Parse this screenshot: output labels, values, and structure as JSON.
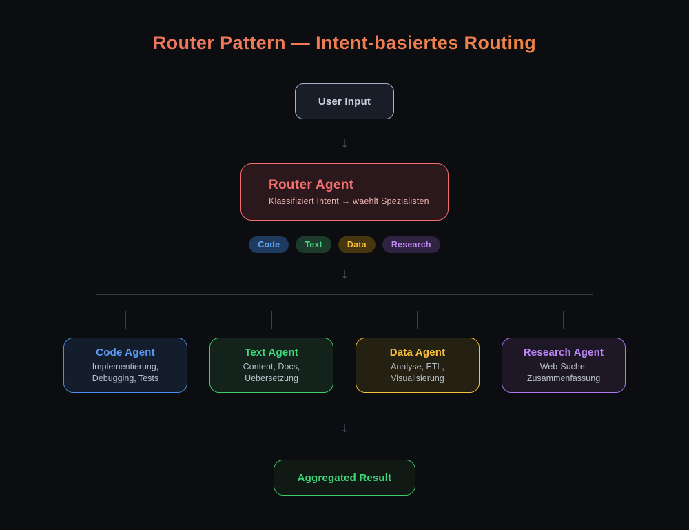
{
  "title": "Router Pattern — Intent-basiertes Routing",
  "title_gradient": {
    "from": "#f26f68",
    "to": "#ee8b3d"
  },
  "arrow_glyph": "↓",
  "arrow_color": "#565e6e",
  "connector_color": "#383b44",
  "nodes": {
    "user_input": {
      "label": "User Input",
      "border": "#a6b3c6",
      "bg": "#191d27",
      "fg": "#c9d3e2"
    },
    "router": {
      "title": "Router Agent",
      "subtitle": "Klassifiziert Intent → waehlt Spezialisten",
      "border": "#f06c6c",
      "bg": "#2b181c",
      "title_color": "#f37070",
      "subtitle_color": "#edb4b0"
    },
    "result": {
      "label": "Aggregated Result",
      "border": "#3ecb6b",
      "bg": "#101913",
      "fg": "#3fd878"
    }
  },
  "chips": [
    {
      "label": "Code",
      "bg": "#1e3a5e",
      "fg": "#64a8f8"
    },
    {
      "label": "Text",
      "bg": "#1d3b2b",
      "fg": "#44da7f"
    },
    {
      "label": "Data",
      "bg": "#46360f",
      "fg": "#f8be33"
    },
    {
      "label": "Research",
      "bg": "#302342",
      "fg": "#bd88f6"
    }
  ],
  "agents": [
    {
      "title": "Code Agent",
      "sub1": "Implementierung,",
      "sub2": "Debugging, Tests",
      "border": "#4a8ef0",
      "bg": "#141d2b",
      "fg": "#5c9cf5"
    },
    {
      "title": "Text Agent",
      "sub1": "Content, Docs,",
      "sub2": "Uebersetzung",
      "border": "#3bcf6e",
      "bg": "#13231c",
      "fg": "#3eda7c"
    },
    {
      "title": "Data Agent",
      "sub1": "Analyse, ETL,",
      "sub2": "Visualisierung",
      "border": "#f6c13d",
      "bg": "#242012",
      "fg": "#f7c03c"
    },
    {
      "title": "Research Agent",
      "sub1": "Web-Suche,",
      "sub2": "Zusammenfassung",
      "border": "#ae79f2",
      "bg": "#1d1726",
      "fg": "#bd86f5"
    }
  ]
}
